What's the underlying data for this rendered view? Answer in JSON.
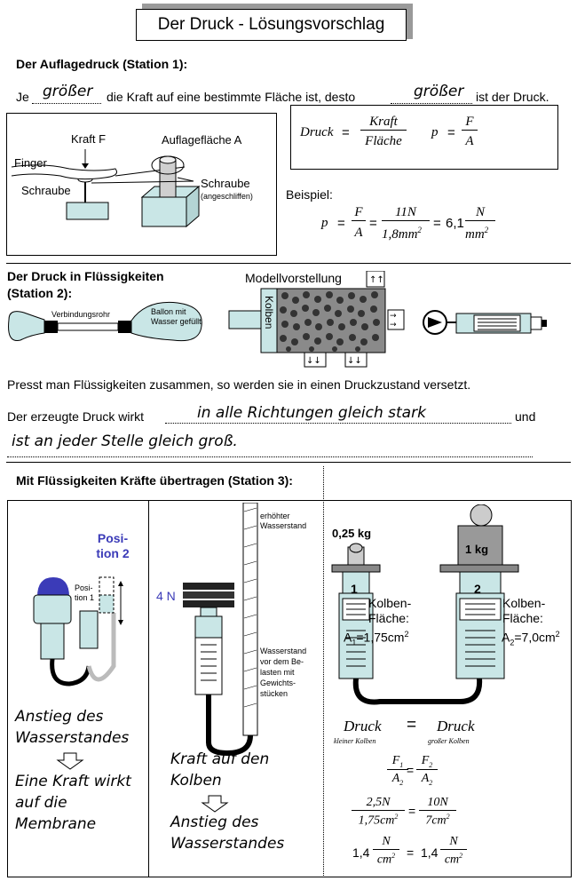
{
  "title": "Der Druck - Lösungsvorschlag",
  "s1": {
    "heading": "Der Auflagedruck (Station 1):",
    "je": "Je",
    "fill1": "größer",
    "mid": "die Kraft auf eine bestimmte Fläche ist, desto",
    "fill2": "größer",
    "end": "ist der Druck.",
    "lbl_kraft": "Kraft F",
    "lbl_finger": "Finger",
    "lbl_schraube": "Schraube",
    "lbl_flaeche": "Auflagefläche A",
    "lbl_schraube2": "Schraube",
    "lbl_angeschliffen": "(angeschliffen)",
    "f_druck": "Druck",
    "f_kraft": "Kraft",
    "f_flaeche": "Fläche",
    "f_p": "p",
    "f_F": "F",
    "f_A": "A",
    "eq": "=",
    "beispiel": "Beispiel:",
    "ex_num": "11N",
    "ex_den": "1,8mm",
    "ex_res": "6,1",
    "ex_N": "N",
    "ex_mm": "mm",
    "sq": "2"
  },
  "s2": {
    "heading1": "Der Druck in Flüssigkeiten",
    "heading2": "(Station 2):",
    "verbindungsrohr": "Verbindungsrohr",
    "ballon": "Ballon mit Wasser gefüllt",
    "modell": "Modellvorstellung",
    "kolben": "Kolben",
    "line1": "Presst man Flüssigkeiten zusammen, so werden sie in einen Druckzustand versetzt.",
    "line2a": "Der erzeugte Druck wirkt",
    "fill1": "in alle Richtungen gleich stark",
    "line2b": "und",
    "fill2": "ist an jeder Stelle gleich groß."
  },
  "s3": {
    "heading": "Mit Flüssigkeiten Kräfte übertragen (Station 3):",
    "pos2": "Posi- tion 2",
    "pos1": "Posi- tion 1",
    "a1": "Anstieg des Wasserstandes",
    "a2": "Eine Kraft wirkt auf die Membrane",
    "erhoeht": "erhöhter Wasserstand",
    "vier_n": "4 N",
    "wasserstand_vor": "Wasserstand vor dem Be- lasten mit Gewichts- stücken",
    "b1": "Kraft auf den Kolben",
    "b2": "Anstieg des Wasserstandes",
    "m025": "0,25 kg",
    "m1": "1 kg",
    "k1": "1",
    "k2": "2",
    "kf1": "Kolben- Fläche:",
    "a1val": "A",
    "a1sub": "1",
    "a1num": "=1,75cm",
    "a2sub": "2",
    "a2num": "=7,0cm",
    "druck": "Druck",
    "kleiner": "kleiner Kolben",
    "grosser": "großer Kolben",
    "F1": "F",
    "F2": "F",
    "r1n": "2,5N",
    "r1d": "1,75cm",
    "r2n": "10N",
    "r2d": "7cm",
    "res": "1,4",
    "N": "N",
    "cm": "cm"
  },
  "colors": {
    "cyan": "#c9e6e6",
    "blue": "#3b3bb8",
    "dark": "#222"
  }
}
